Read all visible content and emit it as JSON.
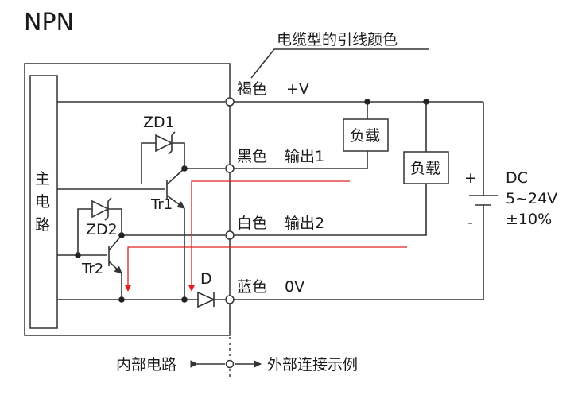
{
  "title": "NPN",
  "cable_color_caption": "电缆型的引线颜色",
  "main_circuit_label": [
    "主",
    "电",
    "路"
  ],
  "wires": [
    {
      "color": "褐色",
      "signal": "+V"
    },
    {
      "color": "黑色",
      "signal": "输出1"
    },
    {
      "color": "白色",
      "signal": "输出2"
    },
    {
      "color": "蓝色",
      "signal": "0V"
    }
  ],
  "components": {
    "zener1": "ZD1",
    "zener2": "ZD2",
    "transistor1": "Tr1",
    "transistor2": "Tr2",
    "diode": "D"
  },
  "loads": [
    "负载",
    "负载"
  ],
  "power": {
    "plus": "+",
    "minus": "-",
    "type": "DC",
    "voltage": "5~24V",
    "tolerance": "±10%"
  },
  "footer": {
    "internal": "内部电路",
    "external": "外部连接示例"
  },
  "colors": {
    "line": "#333333",
    "current_arrow": "#e02020"
  }
}
